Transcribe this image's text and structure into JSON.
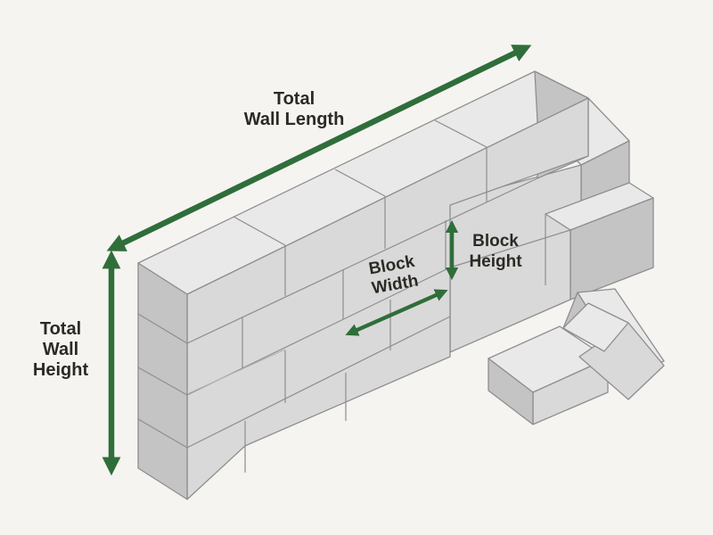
{
  "labels": {
    "total_wall_length": [
      "Total",
      "Wall Length"
    ],
    "total_wall_height": [
      "Total",
      "Wall",
      "Height"
    ],
    "block_width": [
      "Block",
      "Width"
    ],
    "block_height": [
      "Block",
      "Height"
    ]
  },
  "colors": {
    "background": "#f5f4f0",
    "arrow": "#2f6e3a",
    "text": "#2c2a24",
    "block_top": "#e9e9e9",
    "block_front": "#d9d9d9",
    "block_side": "#c4c4c4",
    "block_edge": "#8e8e8e"
  }
}
